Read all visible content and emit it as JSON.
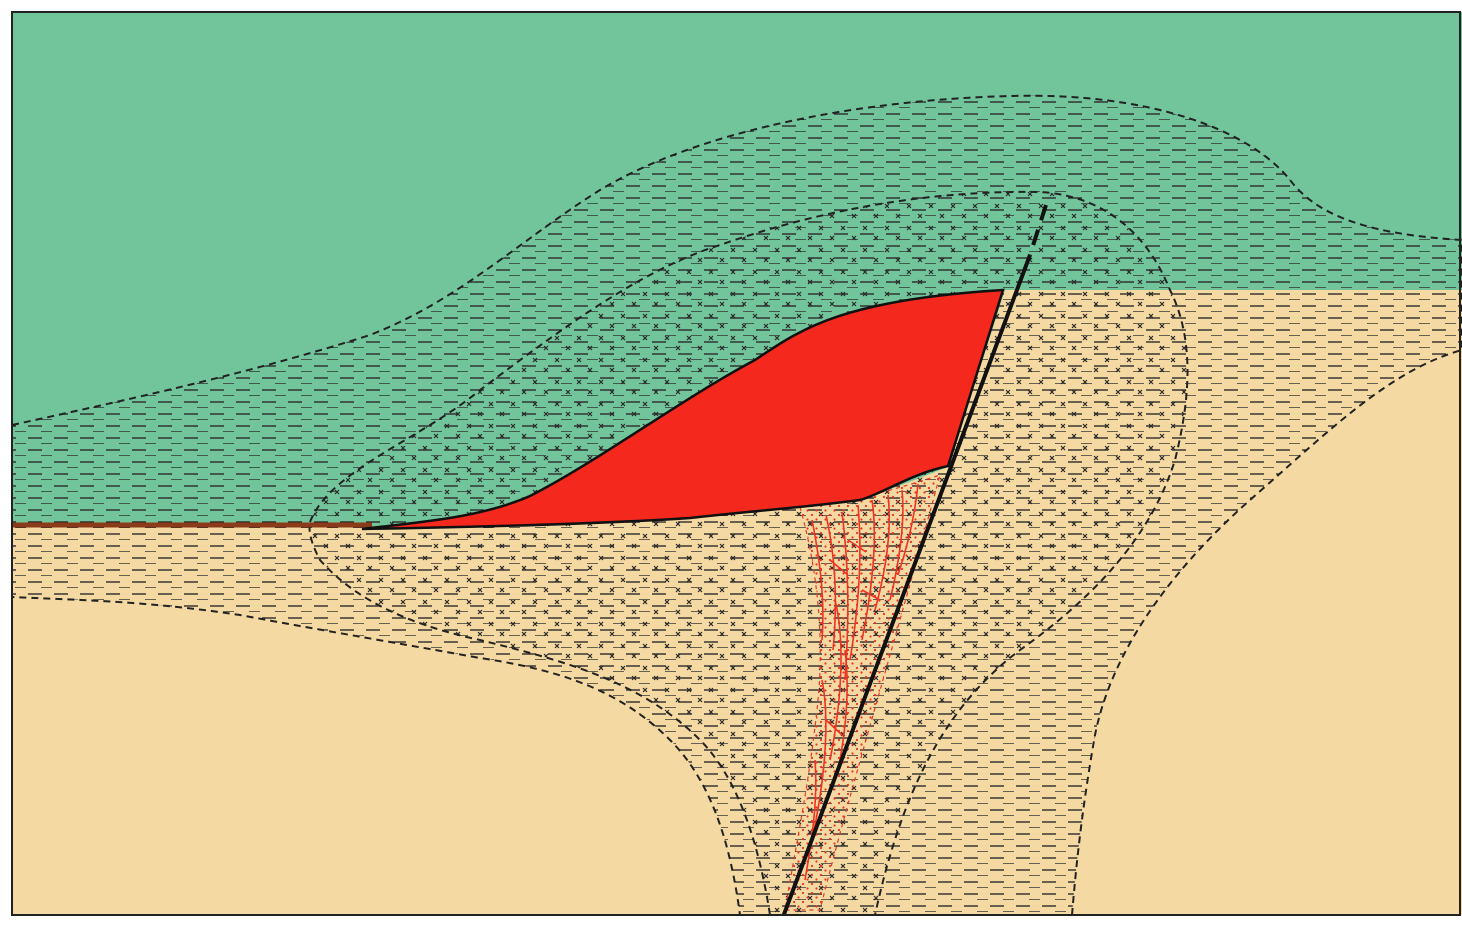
{
  "diagram": {
    "labels": [],
    "colors": {
      "upper_unit": "#72c59b",
      "lower_unit": "#f5d9a2",
      "ore_body": "#f5281e",
      "stringer_veins": "#ee3322",
      "contact_line": "#8b3a1a",
      "fault": "#111111",
      "halo_pattern": "#2a2a2a",
      "frame": "#222222"
    },
    "units": [
      {
        "id": "upper-unit",
        "pattern": "solid"
      },
      {
        "id": "lower-unit",
        "pattern": "solid"
      },
      {
        "id": "outer-alteration-halo",
        "pattern": "dashes"
      },
      {
        "id": "inner-alteration-halo",
        "pattern": "crosses"
      },
      {
        "id": "massive-ore-lens",
        "pattern": "solid"
      },
      {
        "id": "stringer-zone",
        "pattern": "veins-and-dots"
      },
      {
        "id": "fault",
        "pattern": "solid-line"
      }
    ]
  }
}
